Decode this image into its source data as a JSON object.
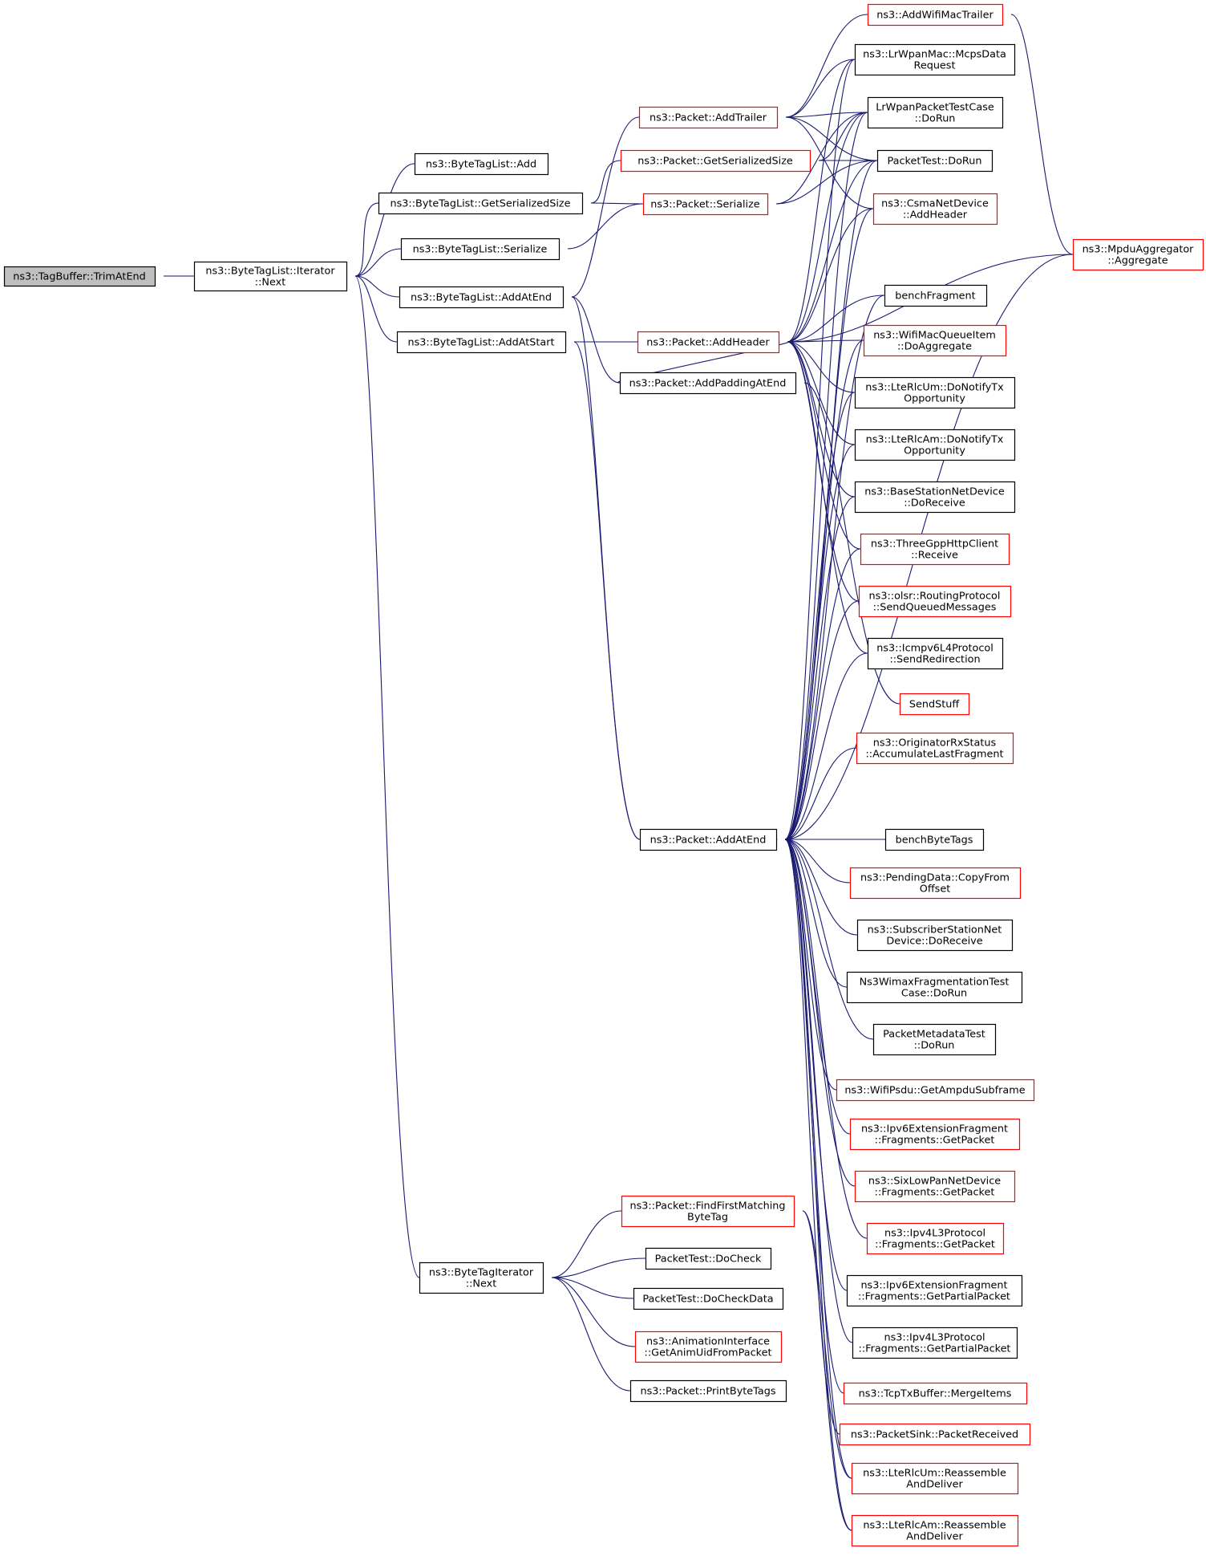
{
  "colors": {
    "edge": "#191970",
    "border_normal": "#000000",
    "border_truncated": "#ff0000",
    "focus_fill": "#bfbfbf",
    "background": "#ffffff"
  },
  "nodes": [
    {
      "id": "n0",
      "lines": [
        "ns3::TagBuffer::TrimAtEnd"
      ],
      "focus": true
    },
    {
      "id": "n1",
      "lines": [
        "ns3::ByteTagList::Iterator",
        "::Next"
      ]
    },
    {
      "id": "n2",
      "lines": [
        "ns3::ByteTagList::Add"
      ]
    },
    {
      "id": "n3",
      "lines": [
        "ns3::ByteTagList::GetSerializedSize"
      ]
    },
    {
      "id": "n4",
      "lines": [
        "ns3::ByteTagList::Serialize"
      ]
    },
    {
      "id": "n5",
      "lines": [
        "ns3::ByteTagList::AddAtEnd"
      ]
    },
    {
      "id": "n6",
      "lines": [
        "ns3::ByteTagList::AddAtStart"
      ]
    },
    {
      "id": "n7",
      "lines": [
        "ns3::ByteTagIterator",
        "::Next"
      ]
    },
    {
      "id": "n8",
      "lines": [
        "ns3::Packet::AddTrailer"
      ],
      "red": true
    },
    {
      "id": "n9",
      "lines": [
        "ns3::Packet::GetSerializedSize"
      ],
      "red": true
    },
    {
      "id": "n10",
      "lines": [
        "ns3::Packet::Serialize"
      ],
      "red": true
    },
    {
      "id": "n11",
      "lines": [
        "ns3::Packet::AddHeader"
      ],
      "red": true
    },
    {
      "id": "n12",
      "lines": [
        "ns3::Packet::AddPaddingAtEnd"
      ]
    },
    {
      "id": "n13",
      "lines": [
        "ns3::Packet::AddAtEnd"
      ]
    },
    {
      "id": "n14",
      "lines": [
        "ns3::Packet::FindFirstMatching",
        "ByteTag"
      ],
      "red": true
    },
    {
      "id": "n15",
      "lines": [
        "PacketTest::DoCheck"
      ]
    },
    {
      "id": "n16",
      "lines": [
        "PacketTest::DoCheckData"
      ]
    },
    {
      "id": "n17",
      "lines": [
        "ns3::AnimationInterface",
        "::GetAnimUidFromPacket"
      ],
      "red": true
    },
    {
      "id": "n18",
      "lines": [
        "ns3::Packet::PrintByteTags"
      ]
    },
    {
      "id": "n19",
      "lines": [
        "ns3::AddWifiMacTrailer"
      ],
      "red": true
    },
    {
      "id": "n20",
      "lines": [
        "ns3::LrWpanMac::McpsData",
        "Request"
      ]
    },
    {
      "id": "n21",
      "lines": [
        "LrWpanPacketTestCase",
        "::DoRun"
      ]
    },
    {
      "id": "n22",
      "lines": [
        "PacketTest::DoRun"
      ]
    },
    {
      "id": "n23",
      "lines": [
        "ns3::CsmaNetDevice",
        "::AddHeader"
      ],
      "red": true
    },
    {
      "id": "n24",
      "lines": [
        "benchFragment"
      ]
    },
    {
      "id": "n25",
      "lines": [
        "ns3::WifiMacQueueItem",
        "::DoAggregate"
      ],
      "red": true
    },
    {
      "id": "n26",
      "lines": [
        "ns3::LteRlcUm::DoNotifyTx",
        "Opportunity"
      ]
    },
    {
      "id": "n27",
      "lines": [
        "ns3::LteRlcAm::DoNotifyTx",
        "Opportunity"
      ]
    },
    {
      "id": "n28",
      "lines": [
        "ns3::BaseStationNetDevice",
        "::DoReceive"
      ]
    },
    {
      "id": "n29",
      "lines": [
        "ns3::ThreeGppHttpClient",
        "::Receive"
      ],
      "red": true
    },
    {
      "id": "n30",
      "lines": [
        "ns3::olsr::RoutingProtocol",
        "::SendQueuedMessages"
      ],
      "red": true
    },
    {
      "id": "n31",
      "lines": [
        "ns3::Icmpv6L4Protocol",
        "::SendRedirection"
      ]
    },
    {
      "id": "n32",
      "lines": [
        "SendStuff"
      ],
      "red": true
    },
    {
      "id": "n33",
      "lines": [
        "ns3::OriginatorRxStatus",
        "::AccumulateLastFragment"
      ],
      "red": true
    },
    {
      "id": "n34",
      "lines": [
        "benchByteTags"
      ]
    },
    {
      "id": "n35",
      "lines": [
        "ns3::PendingData::CopyFrom",
        "Offset"
      ],
      "red": true
    },
    {
      "id": "n36",
      "lines": [
        "ns3::SubscriberStationNet",
        "Device::DoReceive"
      ]
    },
    {
      "id": "n37",
      "lines": [
        "Ns3WimaxFragmentationTest",
        "Case::DoRun"
      ]
    },
    {
      "id": "n38",
      "lines": [
        "PacketMetadataTest",
        "::DoRun"
      ]
    },
    {
      "id": "n39",
      "lines": [
        "ns3::WifiPsdu::GetAmpduSubframe"
      ],
      "red": true
    },
    {
      "id": "n40",
      "lines": [
        "ns3::Ipv6ExtensionFragment",
        "::Fragments::GetPacket"
      ],
      "red": true
    },
    {
      "id": "n41",
      "lines": [
        "ns3::SixLowPanNetDevice",
        "::Fragments::GetPacket"
      ],
      "red": true
    },
    {
      "id": "n42",
      "lines": [
        "ns3::Ipv4L3Protocol",
        "::Fragments::GetPacket"
      ],
      "red": true
    },
    {
      "id": "n43",
      "lines": [
        "ns3::Ipv6ExtensionFragment",
        "::Fragments::GetPartialPacket"
      ]
    },
    {
      "id": "n44",
      "lines": [
        "ns3::Ipv4L3Protocol",
        "::Fragments::GetPartialPacket"
      ]
    },
    {
      "id": "n45",
      "lines": [
        "ns3::TcpTxBuffer::MergeItems"
      ],
      "red": true
    },
    {
      "id": "n46",
      "lines": [
        "ns3::PacketSink::PacketReceived"
      ],
      "red": true
    },
    {
      "id": "n47",
      "lines": [
        "ns3::LteRlcUm::Reassemble",
        "AndDeliver"
      ],
      "red": true
    },
    {
      "id": "n48",
      "lines": [
        "ns3::LteRlcAm::Reassemble",
        "AndDeliver"
      ],
      "red": true
    },
    {
      "id": "n49",
      "lines": [
        "ns3::MpduAggregator",
        "::Aggregate"
      ],
      "red": true
    }
  ],
  "edges": [
    [
      "n1",
      "n0"
    ],
    [
      "n2",
      "n1"
    ],
    [
      "n3",
      "n1"
    ],
    [
      "n4",
      "n1"
    ],
    [
      "n5",
      "n1"
    ],
    [
      "n6",
      "n1"
    ],
    [
      "n7",
      "n1"
    ],
    [
      "n8",
      "n5"
    ],
    [
      "n12",
      "n5"
    ],
    [
      "n13",
      "n5"
    ],
    [
      "n9",
      "n3"
    ],
    [
      "n10",
      "n3"
    ],
    [
      "n10",
      "n4"
    ],
    [
      "n11",
      "n6"
    ],
    [
      "n13",
      "n6"
    ],
    [
      "n19",
      "n8"
    ],
    [
      "n20",
      "n8"
    ],
    [
      "n21",
      "n8"
    ],
    [
      "n22",
      "n8"
    ],
    [
      "n23",
      "n8"
    ],
    [
      "n21",
      "n9"
    ],
    [
      "n22",
      "n9"
    ],
    [
      "n21",
      "n10"
    ],
    [
      "n22",
      "n10"
    ],
    [
      "n20",
      "n11"
    ],
    [
      "n21",
      "n11"
    ],
    [
      "n22",
      "n11"
    ],
    [
      "n23",
      "n11"
    ],
    [
      "n49",
      "n11"
    ],
    [
      "n24",
      "n11"
    ],
    [
      "n25",
      "n11"
    ],
    [
      "n26",
      "n11"
    ],
    [
      "n27",
      "n11"
    ],
    [
      "n28",
      "n11"
    ],
    [
      "n29",
      "n11"
    ],
    [
      "n30",
      "n11"
    ],
    [
      "n31",
      "n11"
    ],
    [
      "n12",
      "n11"
    ],
    [
      "n32",
      "n12"
    ],
    [
      "n49",
      "n19"
    ],
    [
      "n20",
      "n13"
    ],
    [
      "n21",
      "n13"
    ],
    [
      "n22",
      "n13"
    ],
    [
      "n23",
      "n13"
    ],
    [
      "n24",
      "n13"
    ],
    [
      "n25",
      "n13"
    ],
    [
      "n26",
      "n13"
    ],
    [
      "n27",
      "n13"
    ],
    [
      "n28",
      "n13"
    ],
    [
      "n29",
      "n13"
    ],
    [
      "n30",
      "n13"
    ],
    [
      "n31",
      "n13"
    ],
    [
      "n33",
      "n13"
    ],
    [
      "n49",
      "n13"
    ],
    [
      "n34",
      "n13"
    ],
    [
      "n35",
      "n13"
    ],
    [
      "n36",
      "n13"
    ],
    [
      "n37",
      "n13"
    ],
    [
      "n38",
      "n13"
    ],
    [
      "n39",
      "n13"
    ],
    [
      "n40",
      "n13"
    ],
    [
      "n41",
      "n13"
    ],
    [
      "n42",
      "n13"
    ],
    [
      "n43",
      "n13"
    ],
    [
      "n44",
      "n13"
    ],
    [
      "n45",
      "n13"
    ],
    [
      "n46",
      "n13"
    ],
    [
      "n47",
      "n13"
    ],
    [
      "n48",
      "n13"
    ],
    [
      "n14",
      "n7"
    ],
    [
      "n15",
      "n7"
    ],
    [
      "n16",
      "n7"
    ],
    [
      "n17",
      "n7"
    ],
    [
      "n18",
      "n7"
    ],
    [
      "n47",
      "n14"
    ],
    [
      "n48",
      "n14"
    ]
  ]
}
